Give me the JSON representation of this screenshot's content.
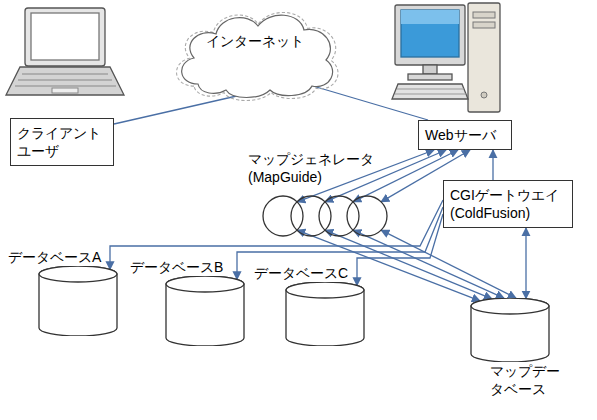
{
  "diagram": {
    "nodes": [
      {
        "text": [
          "インターネット"
        ]
      },
      {
        "text": [
          "クライアント ユーザ"
        ]
      },
      {
        "text": [
          "Webサーバ"
        ]
      },
      {
        "text": [
          "マップジェネレータ (MapGuide)"
        ]
      },
      {
        "text": [
          "CGIゲートウエイ (ColdFusion)"
        ]
      },
      {
        "text": [
          "データベースA"
        ]
      },
      {
        "text": [
          "データベースB"
        ]
      },
      {
        "text": [
          "データベースC"
        ]
      },
      {
        "text": [
          "マップデータベース"
        ]
      }
    ],
    "edges": [
      {
        "from": 1,
        "to": 0,
        "arrow": "none"
      },
      {
        "from": 0,
        "to": 2,
        "arrow": "none"
      },
      {
        "from": 3,
        "to": 2,
        "arrow": "both"
      },
      {
        "from": 4,
        "to": 2,
        "arrow": "to"
      },
      {
        "from": 4,
        "to": 5,
        "arrow": "to"
      },
      {
        "from": 4,
        "to": 6,
        "arrow": "to"
      },
      {
        "from": 4,
        "to": 7,
        "arrow": "to"
      },
      {
        "from": 4,
        "to": 8,
        "arrow": "both"
      },
      {
        "from": 3,
        "to": 8,
        "arrow": "both"
      }
    ]
  }
}
